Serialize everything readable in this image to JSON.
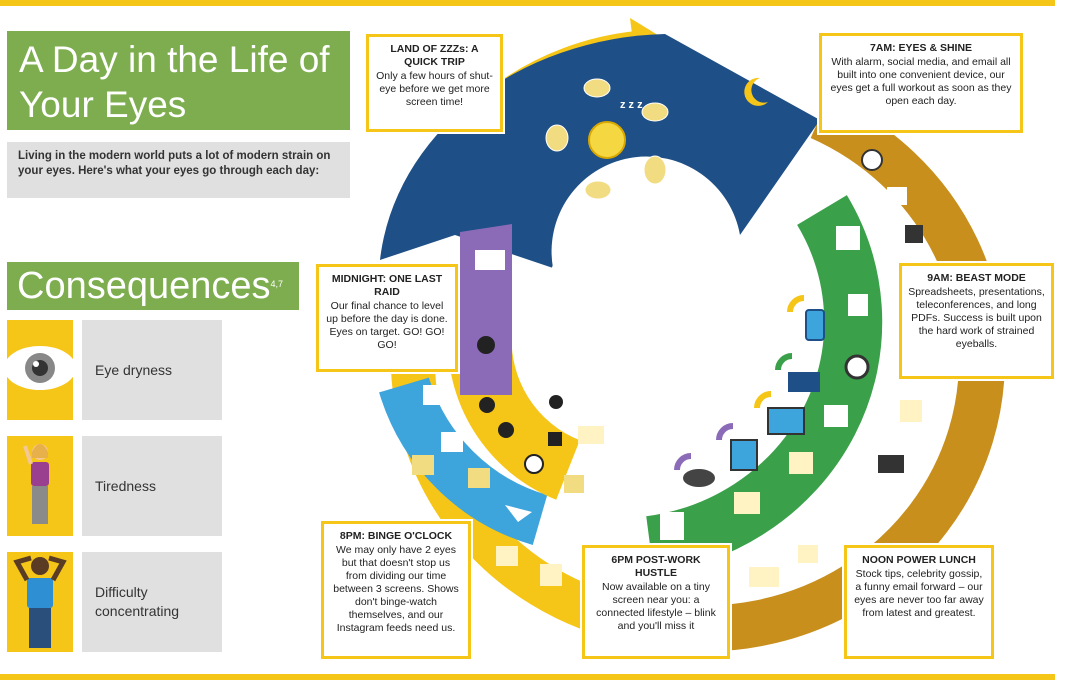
{
  "title": "A Day in the Life of Your Eyes",
  "intro": "Living in the modern world puts a lot of modern strain on your eyes. Here's what your eyes go through each day:",
  "consequences": {
    "heading": "Consequences",
    "sup": "4,7",
    "items": [
      {
        "label": "Eye dryness",
        "icon": "eye-icon"
      },
      {
        "label": "Tiredness",
        "icon": "tired-woman-icon"
      },
      {
        "label": "Difficulty concentrating",
        "icon": "stressed-man-icon"
      }
    ]
  },
  "callouts": {
    "zzz": {
      "heading": "LAND OF ZZZs: A QUICK TRIP",
      "body": "Only a few hours of shut-eye before we get more screen time!"
    },
    "morning": {
      "heading": "7AM: EYES & SHINE",
      "body": "With alarm, social media, and email all built into one convenient device, our eyes get a full workout as soon as they open each day."
    },
    "beast": {
      "heading": "9AM: BEAST MODE",
      "body": "Spreadsheets, presentations, teleconferences, and long PDFs. Success is built upon the hard work of strained eyeballs."
    },
    "midnight": {
      "heading": "MIDNIGHT: ONE LAST RAID",
      "body": "Our final chance to level up before the day is done. Eyes on target. GO! GO! GO!"
    },
    "binge": {
      "heading": "8PM: BINGE O'CLOCK",
      "body": "We may only have 2 eyes but that doesn't stop us from dividing our time between 3 screens. Shows don't binge-watch themselves, and our Instagram feeds need us."
    },
    "postwork": {
      "heading": "6PM POST-WORK HUSTLE",
      "body": "Now available on a tiny screen near you: a connected lifestyle – blink and you'll miss it"
    },
    "noon": {
      "heading": "NOON POWER LUNCH",
      "body": "Stock tips, celebrity gossip, a funny email forward – our eyes are never too far away from latest and greatest."
    }
  },
  "wheel_icons": {
    "sleep": "zzz-icon",
    "moon": "moon-icon",
    "clock": "alarm-clock-icon",
    "social": "social-media-icon",
    "spreadsheet": "spreadsheet-icon",
    "phone": "smartphone-icon",
    "laptop": "laptop-icon",
    "monitor": "monitor-icon",
    "tablet": "tablet-icon",
    "gamepad": "gamepad-icon",
    "flag": "checkered-flag-icon",
    "soldier": "soldier-icon",
    "cart": "shopping-cart-icon",
    "plane": "airplane-icon",
    "envelope": "envelope-icon"
  },
  "colors": {
    "yellow": "#f5c518",
    "green": "#7dad4e",
    "ring_green": "#3aa14a",
    "navy": "#1e4f86",
    "purple": "#8b6bb8",
    "lightblue": "#3ea4dc",
    "teal": "#2e9c92",
    "gold": "#c88f1c",
    "gray": "#e0e0e0"
  }
}
